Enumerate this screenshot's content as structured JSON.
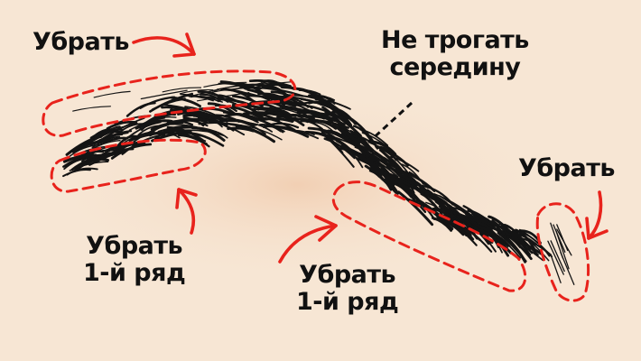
{
  "labels": {
    "top_left": "Убрать",
    "middle": [
      "Не трогать",
      "середину"
    ],
    "right": "Убрать",
    "bottom_left": [
      "Убрать",
      "1-й ряд"
    ],
    "bottom_center": [
      "Убрать",
      "1-й ряд"
    ]
  },
  "colors": {
    "background": "#f7e6d4",
    "skin_glow": "#f3d3b8",
    "hair": "#141414",
    "annotation_red": "#e8231c",
    "pointer_dashes": "#111111",
    "text": "#111111"
  }
}
